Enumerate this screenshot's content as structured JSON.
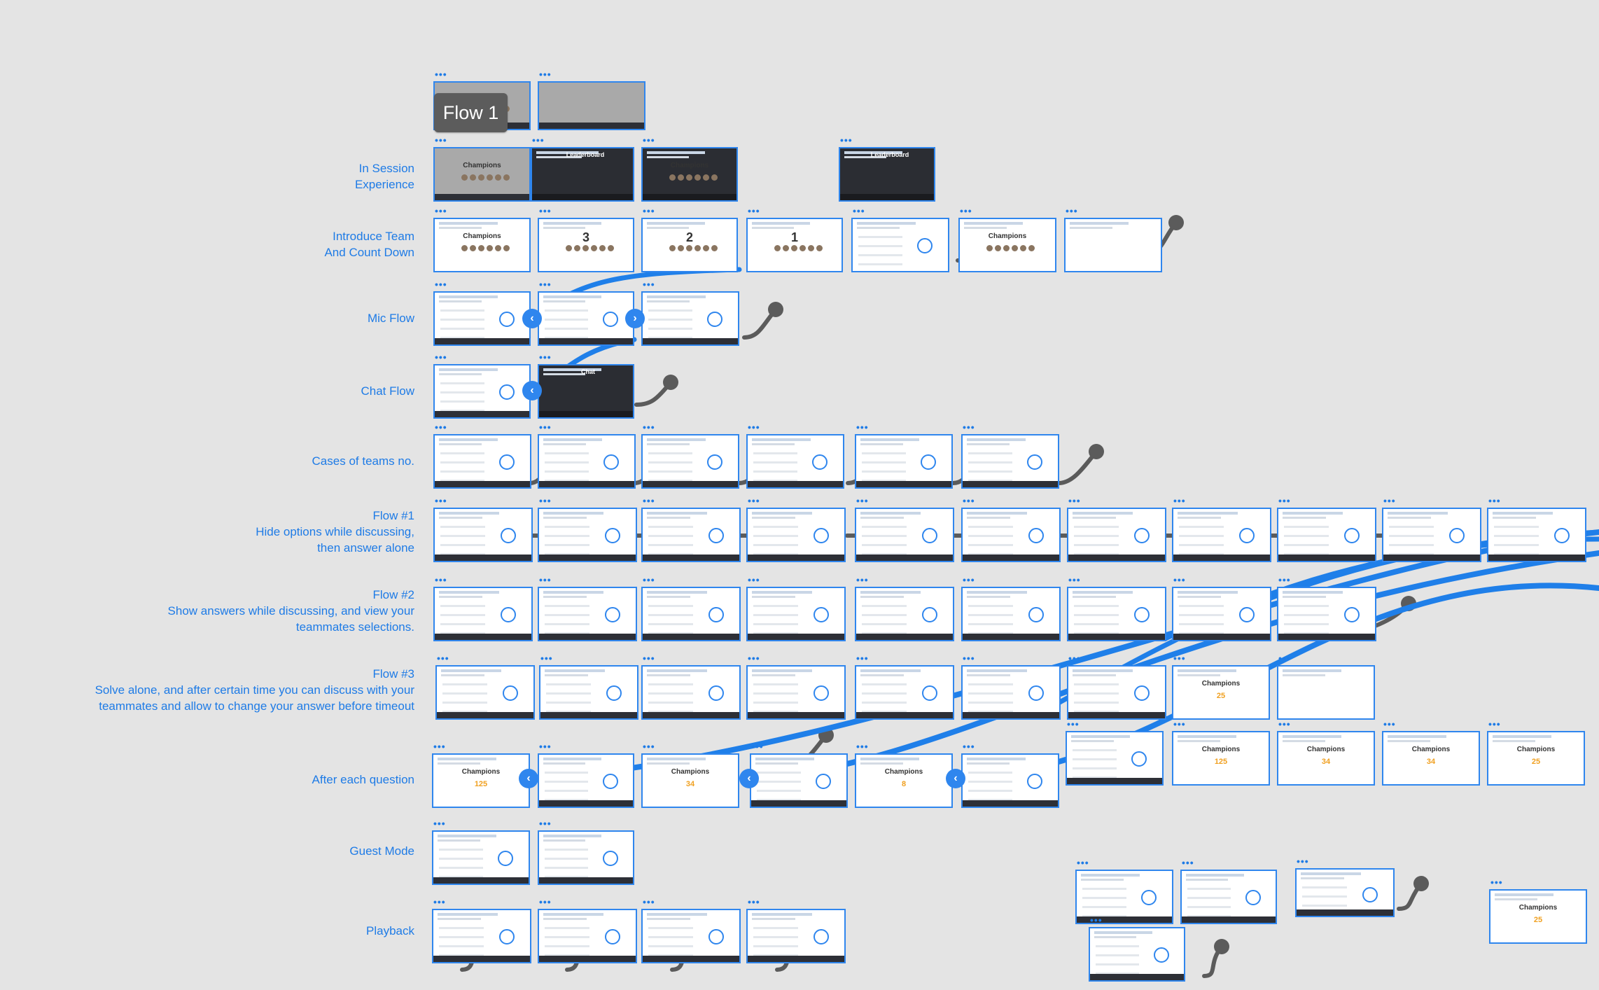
{
  "flow_badge": "Flow 1",
  "colors": {
    "accent": "#1e7be6",
    "wire_blue": "#1f7fe9",
    "wire_gray": "#5b5b5b",
    "canvas": "#e4e4e4"
  },
  "rows": [
    {
      "id": "in-session",
      "lines": [
        "In Session",
        "Experience"
      ]
    },
    {
      "id": "introduce-team",
      "lines": [
        "Introduce Team",
        "And Count Down"
      ]
    },
    {
      "id": "mic-flow",
      "lines": [
        "Mic Flow"
      ]
    },
    {
      "id": "chat-flow",
      "lines": [
        "Chat Flow"
      ]
    },
    {
      "id": "cases-teams",
      "lines": [
        "Cases of teams no."
      ]
    },
    {
      "id": "flow-1",
      "lines": [
        "Flow #1",
        "Hide options while discussing,",
        "then answer alone"
      ]
    },
    {
      "id": "flow-2",
      "lines": [
        "Flow #2",
        "Show answers while discussing, and view your",
        "teammates selections."
      ]
    },
    {
      "id": "flow-3",
      "lines": [
        "Flow #3",
        "Solve alone, and after certain time you can discuss with your",
        "teammates and allow to change your answer before timeout"
      ]
    },
    {
      "id": "after-question",
      "lines": [
        "After each question"
      ]
    },
    {
      "id": "guest-mode",
      "lines": [
        "Guest Mode"
      ]
    },
    {
      "id": "playback",
      "lines": [
        "Playback"
      ]
    }
  ],
  "screens": {
    "champions": "Champions",
    "leaderboard": "Leaderboard",
    "chat": "Chat",
    "countdown": [
      "3",
      "2",
      "1"
    ],
    "scores": [
      "125",
      "34",
      "8",
      "25"
    ]
  }
}
